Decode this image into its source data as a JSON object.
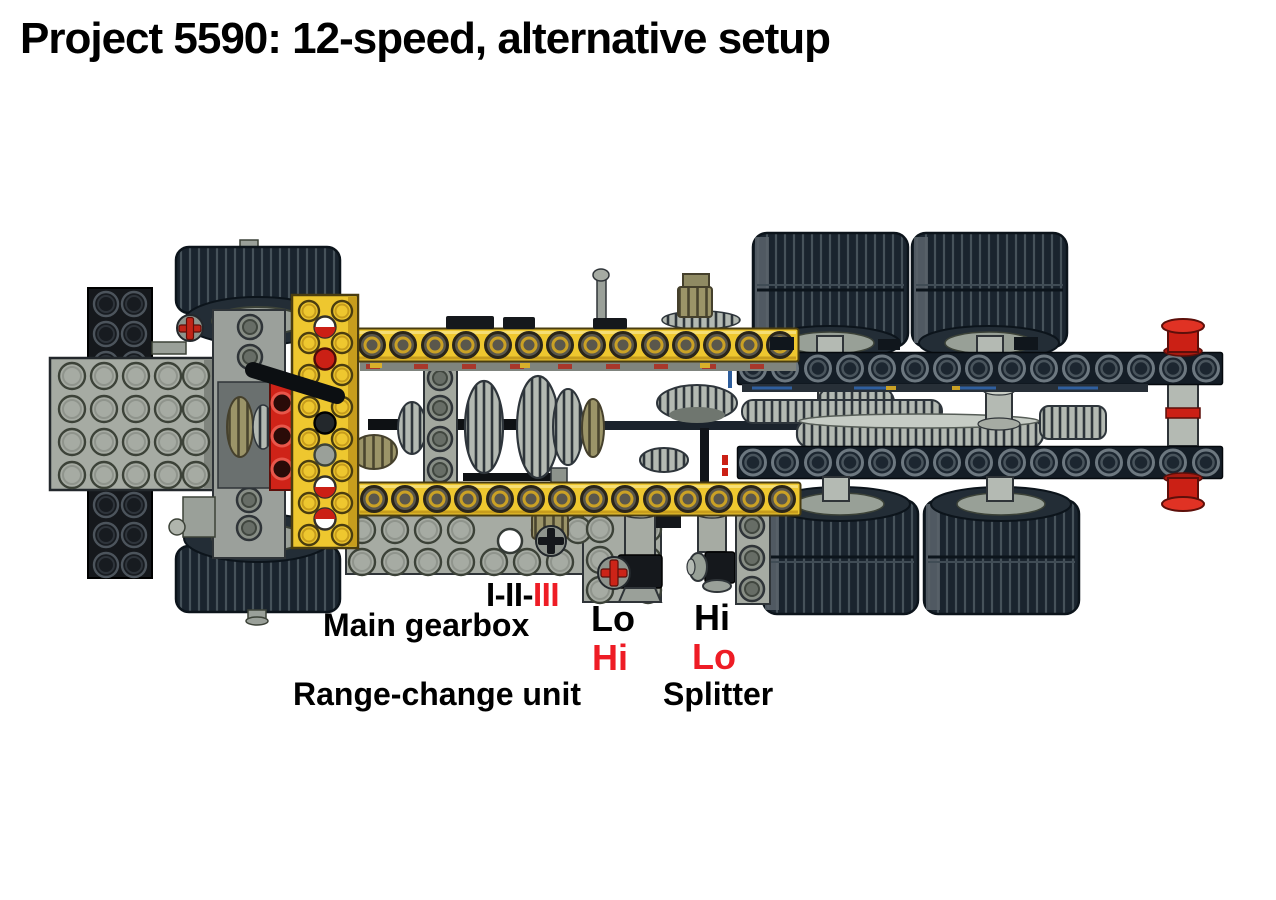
{
  "title": "Project 5590: 12-speed, alternative setup",
  "diagram": {
    "subject": "lego-technic-truck-chassis-top-view",
    "labels": {
      "gear_sequence_black": "I-II-",
      "gear_sequence_red": "III",
      "main_gearbox": "Main gearbox",
      "range_lo": "Lo",
      "range_hi": "Hi",
      "range_change_unit": "Range-change unit",
      "splitter_hi": "Hi",
      "splitter_lo": "Lo",
      "splitter": "Splitter"
    },
    "colors": {
      "background": "#ffffff",
      "label_text": "#000000",
      "label_red": "#ee1c25",
      "lego_yellow": "#eec72f",
      "lego_red": "#cb2015",
      "lego_light_gray": "#a6aba3",
      "lego_black": "#15181c",
      "beam_black": "#141d26",
      "tire_dark": "#1a242e",
      "gear_silver": "#b3b9b2",
      "gear_tan": "#9b9468"
    }
  }
}
